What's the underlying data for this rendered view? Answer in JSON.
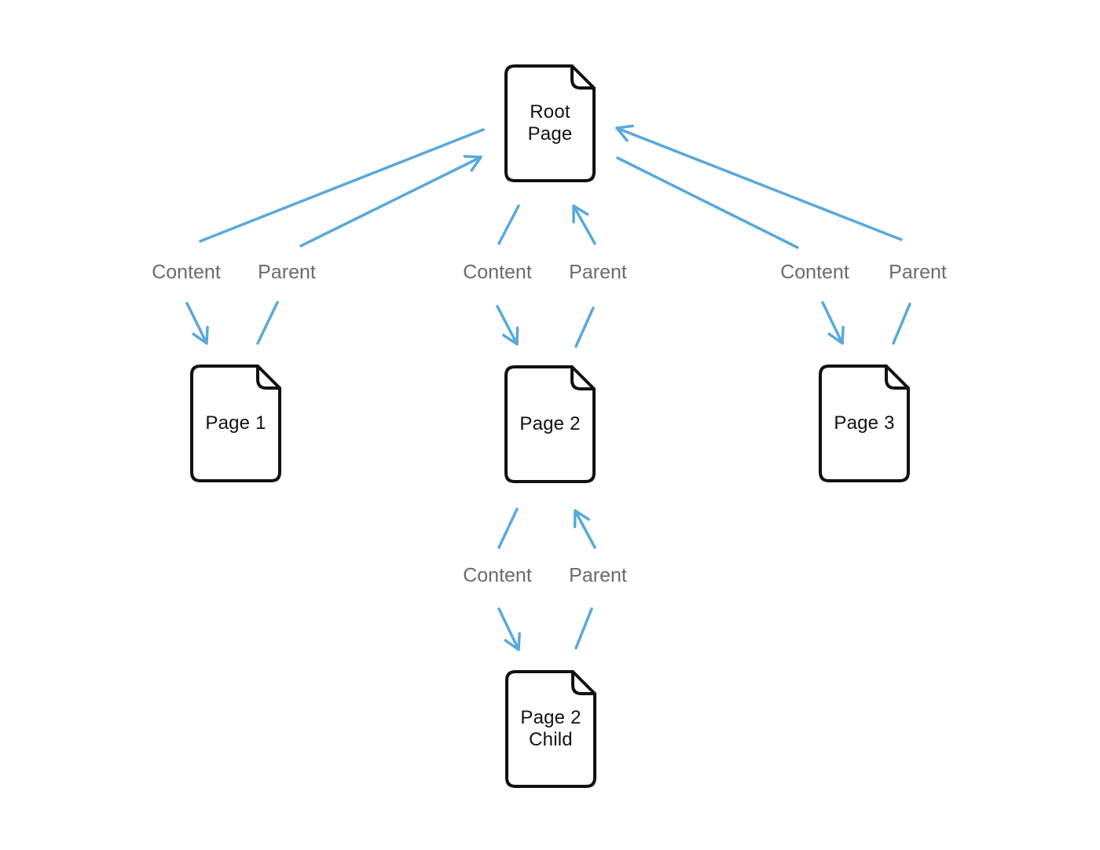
{
  "diagram": {
    "type": "page-hierarchy",
    "colors": {
      "background": "#ffffff",
      "arrow": "#58a9dc",
      "node_stroke": "#111111",
      "node_fill": "#ffffff",
      "node_text": "#111111",
      "edge_label_text": "#6b6b6b"
    },
    "nodes": {
      "root": {
        "label": "Root Page"
      },
      "page1": {
        "label": "Page 1"
      },
      "page2": {
        "label": "Page 2"
      },
      "page3": {
        "label": "Page 3"
      },
      "page2child": {
        "label": "Page 2 Child"
      }
    },
    "edge_labels": {
      "content": "Content",
      "parent": "Parent"
    },
    "relationships": [
      {
        "parent": "Root Page",
        "child": "Page 1",
        "edges": [
          "Content",
          "Parent"
        ]
      },
      {
        "parent": "Root Page",
        "child": "Page 2",
        "edges": [
          "Content",
          "Parent"
        ]
      },
      {
        "parent": "Root Page",
        "child": "Page 3",
        "edges": [
          "Content",
          "Parent"
        ]
      },
      {
        "parent": "Page 2",
        "child": "Page 2 Child",
        "edges": [
          "Content",
          "Parent"
        ]
      }
    ]
  }
}
